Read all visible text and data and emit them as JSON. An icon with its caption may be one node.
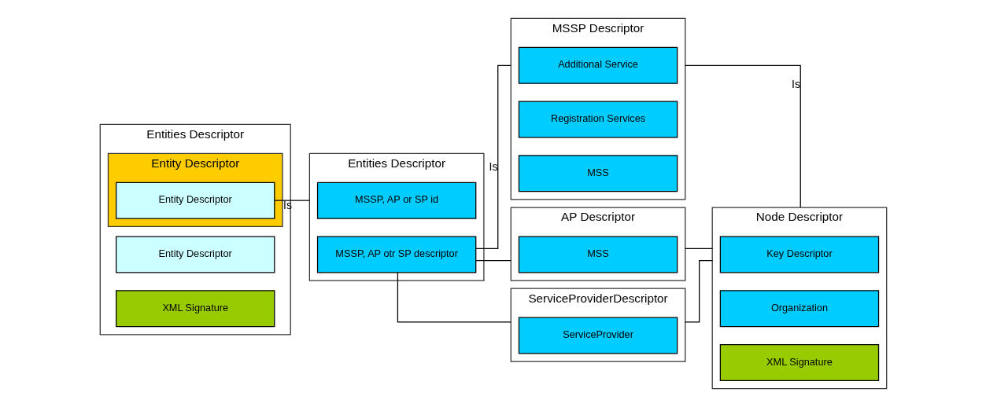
{
  "diagram": {
    "nodes": [
      {
        "text": [
          "Entities Descriptor"
        ]
      },
      {
        "text": [
          "Entity Descriptor"
        ],
        "in": 0
      },
      {
        "text": [
          "Entity Descriptor"
        ],
        "in": 1
      },
      {
        "text": [
          "Entity Descriptor"
        ],
        "in": 0
      },
      {
        "text": [
          "XML Signature"
        ],
        "in": 0
      },
      {
        "text": [
          "Entities Descriptor"
        ]
      },
      {
        "text": [
          "MSSP, AP or SP id"
        ],
        "in": 5
      },
      {
        "text": [
          "MSSP, AP otr SP descriptor"
        ],
        "in": 5
      },
      {
        "text": [
          "MSSP Descriptor"
        ]
      },
      {
        "text": [
          "Additional Service"
        ],
        "in": 8
      },
      {
        "text": [
          "Registration Services"
        ],
        "in": 8
      },
      {
        "text": [
          "MSS"
        ],
        "in": 8
      },
      {
        "text": [
          "AP Descriptor"
        ]
      },
      {
        "text": [
          "MSS"
        ],
        "in": 12
      },
      {
        "text": [
          "ServiceProviderDescriptor"
        ]
      },
      {
        "text": [
          "ServiceProvider"
        ],
        "in": 14
      },
      {
        "text": [
          "Node Descriptor"
        ]
      },
      {
        "text": [
          "Key Descriptor"
        ],
        "in": 16
      },
      {
        "text": [
          "Organization"
        ],
        "in": 16
      },
      {
        "text": [
          "XML Signature"
        ],
        "in": 16
      }
    ],
    "edges": [
      {
        "from": 2,
        "to": 5,
        "arrow": "none",
        "label": "Is"
      },
      {
        "from": 7,
        "to": 8,
        "arrow": "none",
        "label": "Is"
      },
      {
        "from": 7,
        "to": 12,
        "arrow": "none"
      },
      {
        "from": 7,
        "to": 14,
        "arrow": "none"
      },
      {
        "from": 8,
        "to": 16,
        "arrow": "none",
        "label": "Is"
      },
      {
        "from": 12,
        "to": 16,
        "arrow": "none"
      },
      {
        "from": 14,
        "to": 16,
        "arrow": "none"
      }
    ]
  }
}
